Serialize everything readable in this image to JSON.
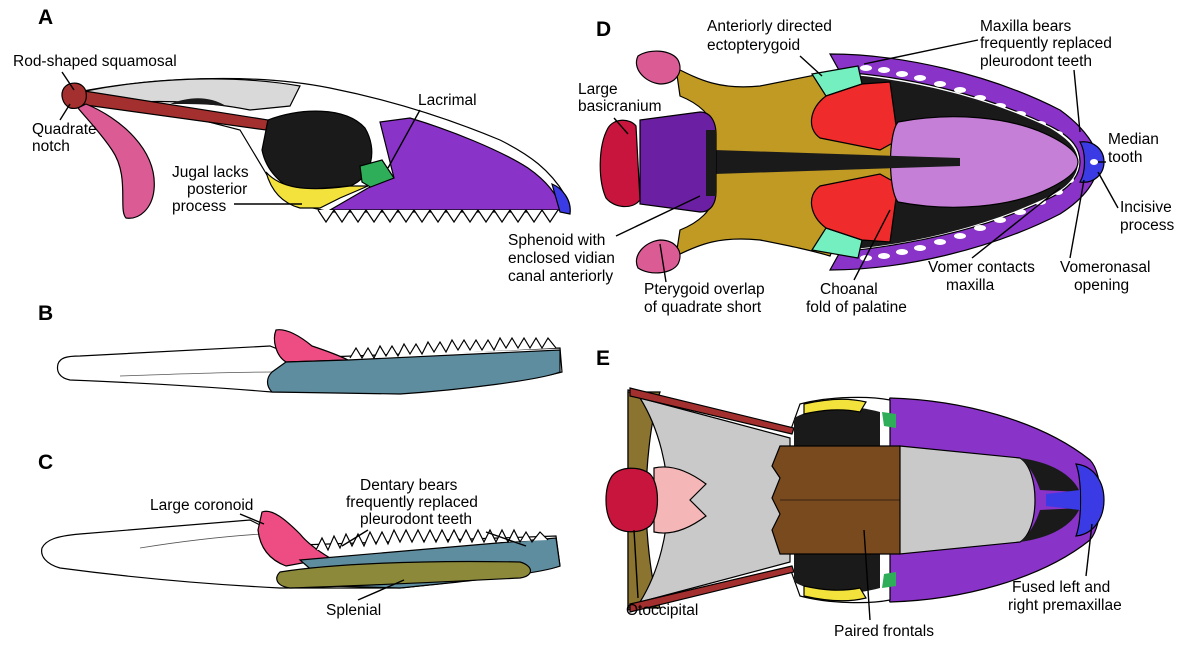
{
  "panels": {
    "A": {
      "letter": "A",
      "labels": {
        "squamosal": "Rod-shaped squamosal",
        "quadrate_notch": [
          "Quadrate",
          "notch"
        ],
        "lacrimal": "Lacrimal",
        "jugal": [
          "Jugal lacks",
          "posterior",
          "process"
        ]
      }
    },
    "B": {
      "letter": "B"
    },
    "C": {
      "letter": "C",
      "labels": {
        "coronoid": "Large coronoid",
        "dentary": [
          "Dentary bears",
          "frequently replaced",
          "pleurodont teeth"
        ],
        "splenial": "Splenial"
      }
    },
    "D": {
      "letter": "D",
      "labels": {
        "ectopterygoid": [
          "Anteriorly directed",
          "ectopterygoid"
        ],
        "maxilla": [
          "Maxilla bears",
          "frequently replaced",
          "pleurodont teeth"
        ],
        "basicranium": [
          "Large",
          "basicranium"
        ],
        "median_tooth": [
          "Median",
          "tooth"
        ],
        "incisive": [
          "Incisive",
          "process"
        ],
        "sphenoid": [
          "Sphenoid with",
          "enclosed vidian",
          "canal anteriorly"
        ],
        "pterygoid": [
          "Pterygoid overlap",
          "of quadrate short"
        ],
        "choanal": [
          "Choanal",
          "fold of palatine"
        ],
        "vomer": [
          "Vomer contacts",
          "maxilla"
        ],
        "vomeronasal": [
          "Vomeronasal",
          "opening"
        ]
      }
    },
    "E": {
      "letter": "E",
      "labels": {
        "otoccipital": "Otoccipital",
        "frontals": "Paired frontals",
        "premaxillae": [
          "Fused left and",
          "right premaxillae"
        ]
      }
    }
  },
  "colors": {
    "squamosal": "#a3302e",
    "quadrate": "#db5b95",
    "maxilla": "#8a33c8",
    "premaxilla": "#3b3be6",
    "lacrimal": "#2fae5a",
    "jugal": "#f2e23b",
    "orbit": "#1a1a1a",
    "skull_roof": "#d9d9d9",
    "coronoid": "#ee4d84",
    "dentary_inner": "#5f8da0",
    "splenial": "#8c8a3a",
    "basicranium": "#c8153d",
    "sphenoid": "#6b1fa3",
    "pterygoid": "#c09a23",
    "ectopterygoid": "#74f0c0",
    "palatine": "#ef2b2b",
    "vomer": "#c57fd6",
    "otoccipital": "#8a7430",
    "frontal": "#7a4a1f",
    "parietal": "#c9c9c9"
  }
}
